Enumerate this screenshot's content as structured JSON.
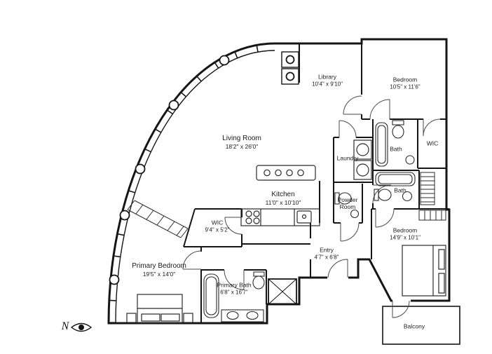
{
  "colors": {
    "wall": "#151515",
    "text": "#1b1b1b",
    "background": "#ffffff"
  },
  "compass": {
    "label": "N"
  },
  "rooms": {
    "library": {
      "name": "Library",
      "dims": "10'4\" x 9'10\""
    },
    "bedroom_top": {
      "name": "Bedroom",
      "dims": "10'5\" x 11'6\""
    },
    "living_room": {
      "name": "Living Room",
      "dims": "18'2\" x 26'0\""
    },
    "wic_right": {
      "name": "WIC"
    },
    "laundry": {
      "name": "Laundry"
    },
    "bath_top": {
      "name": "Bath"
    },
    "kitchen": {
      "name": "Kitchen",
      "dims": "11'0\" x 10'10\""
    },
    "powder_room": {
      "name": "Powder Room"
    },
    "bath_mid": {
      "name": "Bath"
    },
    "wic_left": {
      "name": "WIC",
      "dims": "9'4\" x 5'2\""
    },
    "bedroom_right": {
      "name": "Bedroom",
      "dims": "14'9\" x 10'1\""
    },
    "primary_bedroom": {
      "name": "Primary Bedroom",
      "dims": "19'5\" x 14'0\""
    },
    "primary_bath": {
      "name": "Primary Bath",
      "dims": "6'8\" x 16'7\""
    },
    "entry": {
      "name": "Entry",
      "dims": "4'7\" x 6'8\""
    },
    "balcony": {
      "name": "Balcony"
    }
  }
}
